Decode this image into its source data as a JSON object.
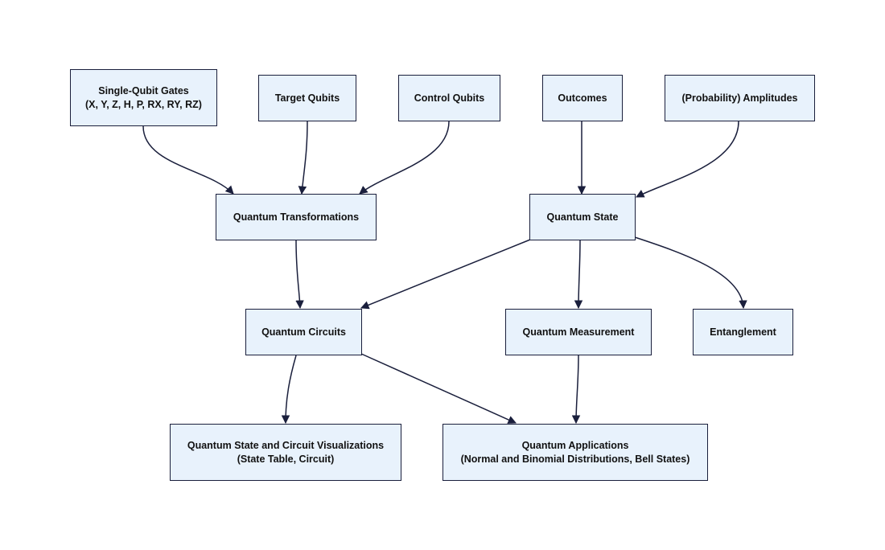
{
  "colors": {
    "node_fill": "#e8f2fc",
    "node_border": "#1a1f3c",
    "edge": "#1a1f3c"
  },
  "nodes": {
    "single_qubit_gates": {
      "line1": "Single-Qubit Gates",
      "line2": "(X, Y, Z, H, P, RX, RY, RZ)"
    },
    "target_qubits": {
      "label": "Target Qubits"
    },
    "control_qubits": {
      "label": "Control Qubits"
    },
    "outcomes": {
      "label": "Outcomes"
    },
    "amplitudes": {
      "label": "(Probability) Amplitudes"
    },
    "quantum_transformations": {
      "label": "Quantum Transformations"
    },
    "quantum_state": {
      "label": "Quantum State"
    },
    "quantum_circuits": {
      "label": "Quantum Circuits"
    },
    "quantum_measurement": {
      "label": "Quantum Measurement"
    },
    "entanglement": {
      "label": "Entanglement"
    },
    "visualizations": {
      "line1": "Quantum State and Circuit Visualizations",
      "line2": "(State Table, Circuit)"
    },
    "applications": {
      "line1": "Quantum Applications",
      "line2": "(Normal and Binomial Distributions, Bell States)"
    }
  },
  "edges": [
    {
      "from": "single_qubit_gates",
      "to": "quantum_transformations"
    },
    {
      "from": "target_qubits",
      "to": "quantum_transformations"
    },
    {
      "from": "control_qubits",
      "to": "quantum_transformations"
    },
    {
      "from": "outcomes",
      "to": "quantum_state"
    },
    {
      "from": "amplitudes",
      "to": "quantum_state"
    },
    {
      "from": "quantum_transformations",
      "to": "quantum_circuits"
    },
    {
      "from": "quantum_state",
      "to": "quantum_circuits"
    },
    {
      "from": "quantum_state",
      "to": "quantum_measurement"
    },
    {
      "from": "quantum_state",
      "to": "entanglement"
    },
    {
      "from": "quantum_circuits",
      "to": "visualizations"
    },
    {
      "from": "quantum_circuits",
      "to": "applications"
    },
    {
      "from": "quantum_measurement",
      "to": "applications"
    }
  ]
}
